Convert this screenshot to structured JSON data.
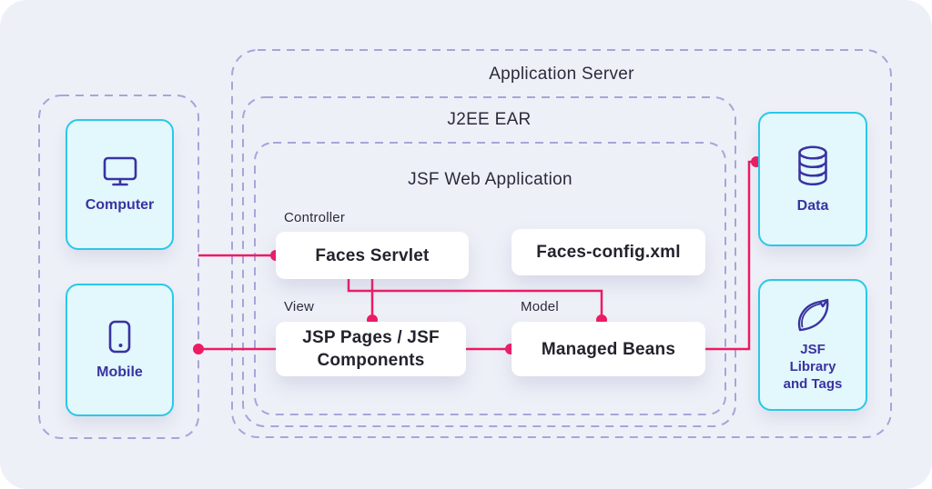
{
  "colors": {
    "accent_pink": "#ef1a63",
    "dash_border": "#a8a5d8",
    "cyan_border": "#2ac8e8",
    "cyan_fill": "#e2f8fc",
    "indigo": "#3b32a1",
    "text_dark": "#2b2b3b",
    "canvas_bg": "#eef0f8",
    "card_bg": "#ffffff"
  },
  "containers": {
    "application_server": "Application Server",
    "j2ee_ear": "J2EE EAR",
    "jsf_web_application": "JSF Web Application"
  },
  "clients": {
    "computer": "Computer",
    "mobile": "Mobile"
  },
  "sections": {
    "controller": "Controller",
    "view": "View",
    "model": "Model"
  },
  "cards": {
    "faces_servlet": "Faces Servlet",
    "faces_config": "Faces-config.xml",
    "jsp_line1": "JSP Pages / JSF",
    "jsp_line2": "Components",
    "managed_beans": "Managed Beans"
  },
  "resources": {
    "data": "Data",
    "jsf_lib_line1": "JSF",
    "jsf_lib_line2": "Library",
    "jsf_lib_line3": "and Tags"
  },
  "icons": {
    "computer": "monitor-icon",
    "mobile": "smartphone-icon",
    "data": "database-icon",
    "jsf_library": "leaf-icon"
  }
}
